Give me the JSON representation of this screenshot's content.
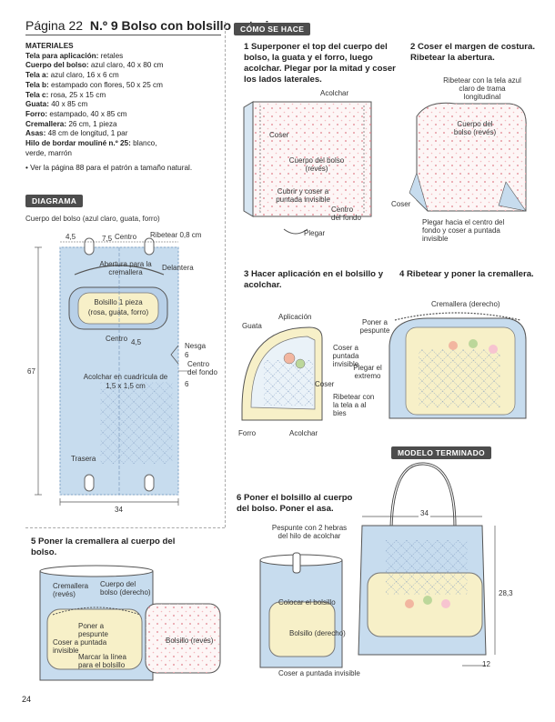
{
  "header": {
    "page_ref": "Página 22",
    "title": "N.º 9 Bolso con bolsillo exterior"
  },
  "materials": {
    "title": "MATERIALES",
    "items": [
      {
        "label": "Tela para aplicación:",
        "value": " retales"
      },
      {
        "label": "Cuerpo del bolso:",
        "value": " azul claro, 40 x 80 cm"
      },
      {
        "label": "Tela a:",
        "value": " azul claro, 16 x 6 cm"
      },
      {
        "label": "Tela b:",
        "value": " estampado con flores, 50 x 25 cm"
      },
      {
        "label": "Tela c:",
        "value": " rosa, 25 x 15 cm"
      },
      {
        "label": "Guata:",
        "value": " 40 x 85 cm"
      },
      {
        "label": "Forro:",
        "value": " estampado, 40 x 85 cm"
      },
      {
        "label": "Cremallera:",
        "value": " 26 cm, 1 pieza"
      },
      {
        "label": "Asas:",
        "value": " 48 cm de longitud, 1 par"
      },
      {
        "label": "Hilo de bordar mouliné n.º 25:",
        "value": " blanco, verde, marrón"
      }
    ],
    "note": "• Ver la página 88 para el patrón a tamaño natural."
  },
  "diagram": {
    "badge": "DIAGRAMA",
    "caption": "Cuerpo del bolso (azul claro, guata, forro)",
    "labels": {
      "d45_top": "4,5",
      "d75": "7,5",
      "centro_top": "Centro",
      "ribetear": "Ribetear 0,8 cm",
      "abertura": "Abertura para la cremallera",
      "delantera": "Delantera",
      "bolsillo": "Bolsillo 1 pieza",
      "bolsillo_sub": "(rosa, guata, forro)",
      "centro_mid": "Centro",
      "d45_mid": "4,5",
      "nesga": "Nesga",
      "six_a": "6",
      "centro_fondo": "Centro del fondo",
      "six_b": "6",
      "d67": "67",
      "acolchar": "Acolchar en cuadrícula de 1,5 x 1,5 cm",
      "trasera": "Trasera",
      "d34": "34"
    }
  },
  "como_se_hace": {
    "badge": "CÓMO SE HACE"
  },
  "steps": {
    "s1": {
      "title": "1 Superponer el top del cuerpo del bolso, la guata y el forro, luego acolchar. Plegar por la  mitad y coser los lados laterales.",
      "acolchar": "Acolchar",
      "coser": "Coser",
      "cuerpo": "Cuerpo del bolso (revés)",
      "cubrir": "Cubrir y coser a puntada invisible",
      "centro_fondo": "Centro del fondo",
      "plegar": "Plegar"
    },
    "s2": {
      "title": "2 Coser el margen de costura. Ribetear la abertura.",
      "ribetear": "Ribetear con la tela azul claro de trama longitudinal",
      "cuerpo": "Cuerpo del bolso (revés)",
      "coser": "Coser",
      "plegar": "Plegar hacia el centro del fondo y coser a puntada invisible"
    },
    "s3": {
      "title": "3 Hacer aplicación en el bolsillo y acolchar.",
      "guata": "Guata",
      "aplicacion": "Aplicación",
      "coser": "Coser",
      "forro": "Forro",
      "acolchar": "Acolchar"
    },
    "s4": {
      "title": "4 Ribetear y poner la cremallera.",
      "cremallera": "Cremallera (derecho)",
      "poner": "Poner a pespunte",
      "coser_invisible": "Coser a puntada invisible",
      "plegar": "Plegar el extremo",
      "ribetear": "Ribetear con la tela a  al bies"
    },
    "s5": {
      "title": "5 Poner la cremallera al cuerpo del bolso.",
      "cremallera": "Cremallera (revés)",
      "cuerpo": "Cuerpo del bolso (derecho)",
      "poner": "Poner a pespunte",
      "coser_invisible": "Coser a puntada invisible",
      "marcar": "Marcar la línea para el bolsillo",
      "bolsillo": "Bolsillo (revés)"
    },
    "s6": {
      "title": "6 Poner el bolsillo al cuerpo del bolso. Poner el asa.",
      "pespunte": "Pespunte con 2 hebras del hilo de acolchar",
      "colocar": "Colocar el bolsillo",
      "bolsillo": "Bolsillo (derecho)",
      "coser_invisible": "Coser a puntada invisible"
    }
  },
  "finished": {
    "badge": "MODELO TERMINADO",
    "d34": "34",
    "d283": "28,3",
    "d12": "12"
  },
  "page_number": "24",
  "colors": {
    "fabric_blue": "#c7dcee",
    "fabric_blue_dark": "#9fbfdc",
    "lining_pink": "#fbf3f3",
    "pocket_yellow": "#f7f0c8",
    "badge": "#4d4d4d"
  }
}
